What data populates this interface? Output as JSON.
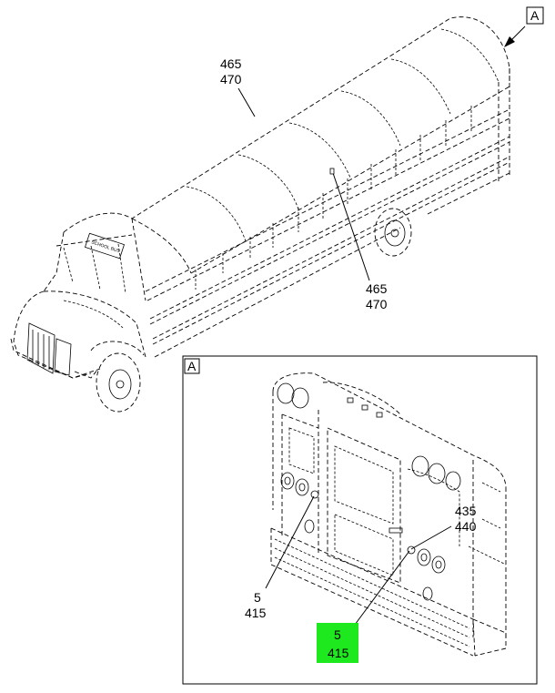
{
  "callouts": {
    "view_ref_top": "A",
    "view_ref_inset": "A",
    "roof_upper_1": "465",
    "roof_upper_2": "470",
    "roof_lower_1": "465",
    "roof_lower_2": "470",
    "rear_right_1": "435",
    "rear_right_2": "440",
    "rear_left_1": "5",
    "rear_left_2": "415",
    "highlighted_1": "5",
    "highlighted_2": "415"
  },
  "bus_sign": "SCHOOL BUS",
  "colors": {
    "highlight": "#1ee81e",
    "line": "#000000"
  }
}
